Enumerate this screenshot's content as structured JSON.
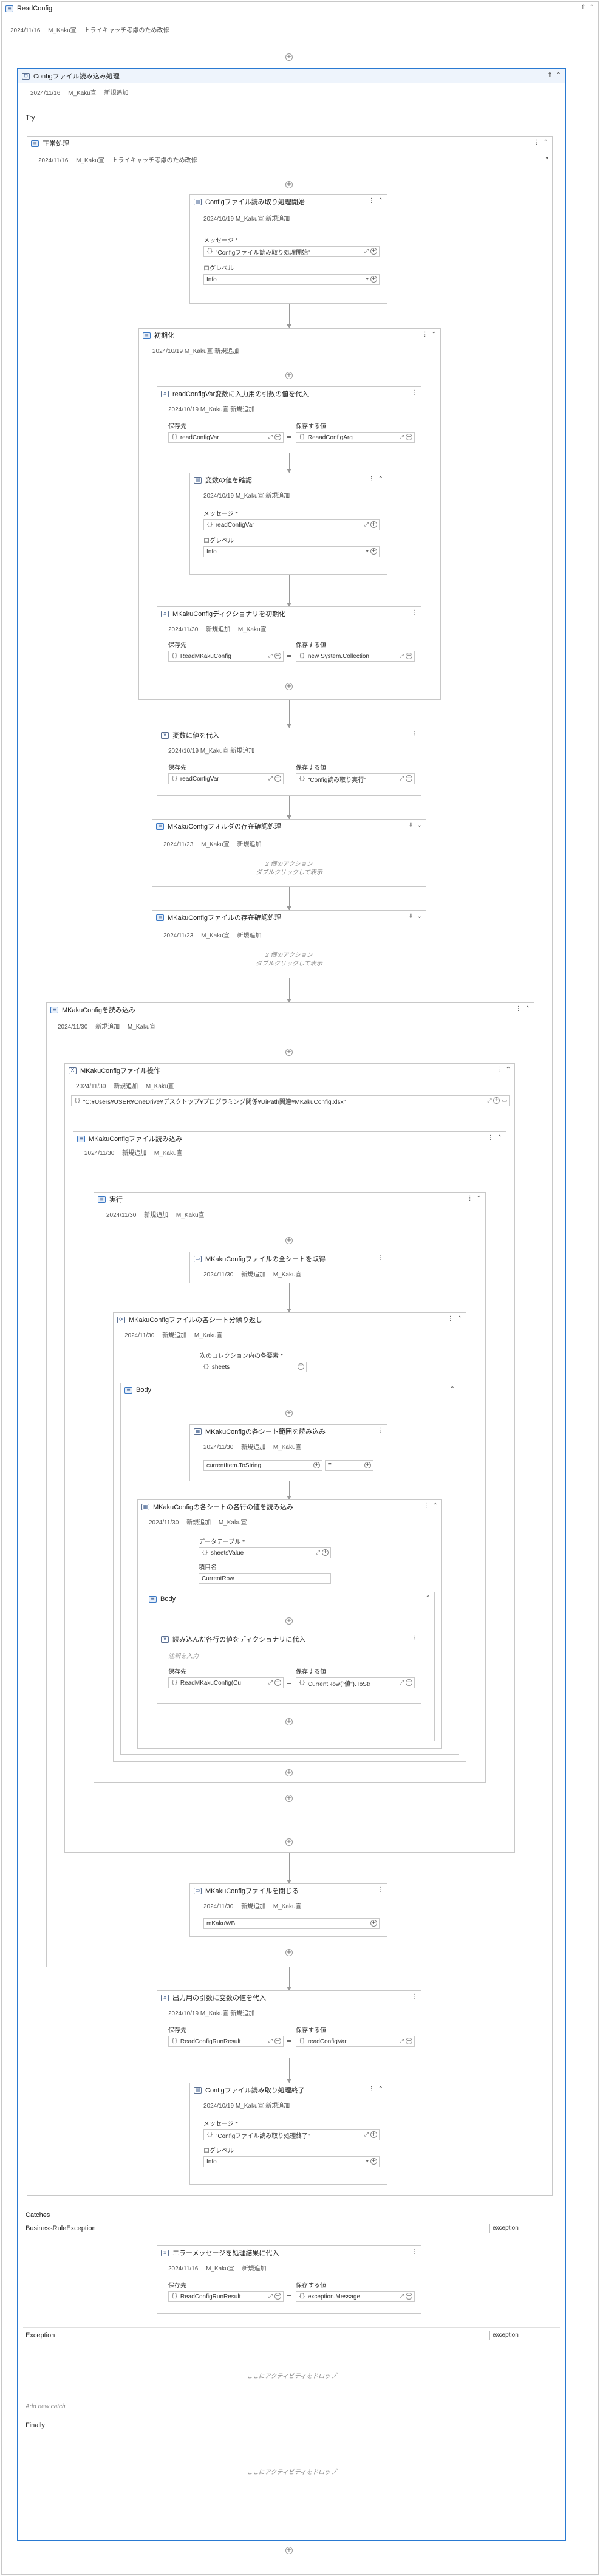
{
  "root": {
    "title": "ReadConfig",
    "meta": "2024/11/16 　M_Kaku宣 　トライキャッチ考慮のため改修"
  },
  "main": {
    "title": "Configファイル読み込み処理",
    "meta": "2024/11/16 　M_Kaku宣 　新規追加"
  },
  "try_label": "Try",
  "seq_normal": {
    "title": "正常処理",
    "meta": "2024/11/16 　M_Kaku宣 　トライキャッチ考慮のため改修"
  },
  "log_start": {
    "title": "Configファイル読み取り処理開始",
    "meta": "2024/10/19 M_Kaku宣 新規追加",
    "msg_label": "メッセージ *",
    "msg_value": "\"Configファイル読み取り処理開始\"",
    "level_label": "ログレベル",
    "level_value": "Info"
  },
  "init": {
    "title": "初期化",
    "meta": "2024/10/19 M_Kaku宣 新規追加"
  },
  "assign_arg": {
    "title": "readConfigVar変数に入力用の引数の値を代入",
    "meta": "2024/10/19 M_Kaku宣 新規追加",
    "to_label": "保存先",
    "val_label": "保存する値",
    "to_value": "readConfigVar",
    "val_value": "ReaadConfigArg"
  },
  "log_check": {
    "title": "変数の値を確認",
    "meta": "2024/10/19 M_Kaku宣 新規追加",
    "msg_label": "メッセージ *",
    "msg_value": "readConfigVar",
    "level_label": "ログレベル",
    "level_value": "Info"
  },
  "dict_init": {
    "title": "MKakuConfigディクショナリを初期化",
    "meta": "2024/11/30 　新規追加 　M_Kaku宣",
    "to_label": "保存先",
    "val_label": "保存する値",
    "to_value": "ReadMKakuConfig",
    "val_value": "new System.Collection"
  },
  "assign_var": {
    "title": "変数に値を代入",
    "meta": "2024/10/19 M_Kaku宣 新規追加",
    "to_label": "保存先",
    "val_label": "保存する値",
    "to_value": "readConfigVar",
    "val_value": "\"Config読み取り実行\""
  },
  "exists_check1": {
    "title": "MKakuConfigフォルダの存在確認処理",
    "meta": "2024/11/23 　M_Kaku宣 　新規追加",
    "hint1": "2 個のアクション",
    "hint2": "ダブルクリックして表示"
  },
  "exists_check2": {
    "title": "MKakuConfigファイルの存在確認処理",
    "meta": "2024/11/23 　M_Kaku宣 　新規追加",
    "hint1": "2 個のアクション",
    "hint2": "ダブルクリックして表示"
  },
  "read_cfg": {
    "title": "MKakuConfigを読み込み",
    "meta": "2024/11/30 　新規追加 　M_Kaku宣"
  },
  "file_op": {
    "title": "MKakuConfigファイル操作",
    "meta": "2024/11/30 　新規追加 　M_Kaku宣",
    "path": "\"C:¥Users¥USER¥OneDrive¥デスクトップ¥プログラミング関係¥UiPath関連¥MKakuConfig.xlsx\""
  },
  "file_read": {
    "title": "MKakuConfigファイル読み込み",
    "meta": "2024/11/30 　新規追加 　M_Kaku宣"
  },
  "exec": {
    "title": "実行",
    "meta": "2024/11/30 　新規追加 　M_Kaku宣"
  },
  "get_sheets": {
    "title": "MKakuConfigファイルの全シートを取得",
    "meta": "2024/11/30 　新規追加 　M_Kaku宣"
  },
  "foreach_sheet": {
    "title": "MKakuConfigファイルの各シート分繰り返し",
    "meta": "2024/11/30 　新規追加 　M_Kaku宣",
    "coll_label": "次のコレクション内の各要素 *",
    "coll_value": "sheets"
  },
  "body1": "Body",
  "read_sheet": {
    "title": "MKakuConfigの各シート範囲を読み込み",
    "meta": "2024/11/30 　新規追加 　M_Kaku宣",
    "v1": "currentItem.ToString",
    "v2": "\"\""
  },
  "foreach_row": {
    "title": "MKakuConfigの各シートの各行の値を読み込み",
    "meta": "2024/11/30 　新規追加 　M_Kaku宣",
    "dt_label": "データテーブル *",
    "dt_value": "sheetsValue",
    "item_label": "項目名",
    "item_value": "CurrentRow"
  },
  "body2": "Body",
  "dict_assign": {
    "title": "読み込んだ各行の値をディクショナリに代入",
    "note": "注釈を入力",
    "to_label": "保存先",
    "val_label": "保存する値",
    "to_value": "ReadMKakuConfig(Cu",
    "val_value": "CurrentRow(\"値\").ToStr"
  },
  "close_file": {
    "title": "MKakuConfigファイルを閉じる",
    "meta": "2024/11/30 　新規追加 　M_Kaku宣",
    "value": "mKakuWB"
  },
  "assign_out": {
    "title": "出力用の引数に変数の値を代入",
    "meta": "2024/10/19 M_Kaku宣 新規追加",
    "to_label": "保存先",
    "val_label": "保存する値",
    "to_value": "ReadConfigRunResult",
    "val_value": "readConfigVar"
  },
  "log_end": {
    "title": "Configファイル読み取り処理終了",
    "meta": "2024/10/19 M_Kaku宣 新規追加",
    "msg_label": "メッセージ *",
    "msg_value": "\"Configファイル読み取り処理終了\"",
    "level_label": "ログレベル",
    "level_value": "Info"
  },
  "catches_label": "Catches",
  "catch_bre": {
    "type": "BusinessRuleException",
    "var": "exception"
  },
  "err_assign": {
    "title": "エラーメッセージを処理結果に代入",
    "meta": "2024/11/16 　M_Kaku宣 　新規追加",
    "to_label": "保存先",
    "val_label": "保存する値",
    "to_value": "ReadConfigRunResult",
    "val_value": "exception.Message"
  },
  "catch_ex": {
    "type": "Exception",
    "var": "exception",
    "hint": "ここにアクティビティをドロップ"
  },
  "add_catch": "Add new catch",
  "finally_label": "Finally",
  "finally_hint": "ここにアクティビティをドロップ",
  "colors": {
    "accent": "#2a7ad2",
    "border": "#c8c8c8"
  }
}
